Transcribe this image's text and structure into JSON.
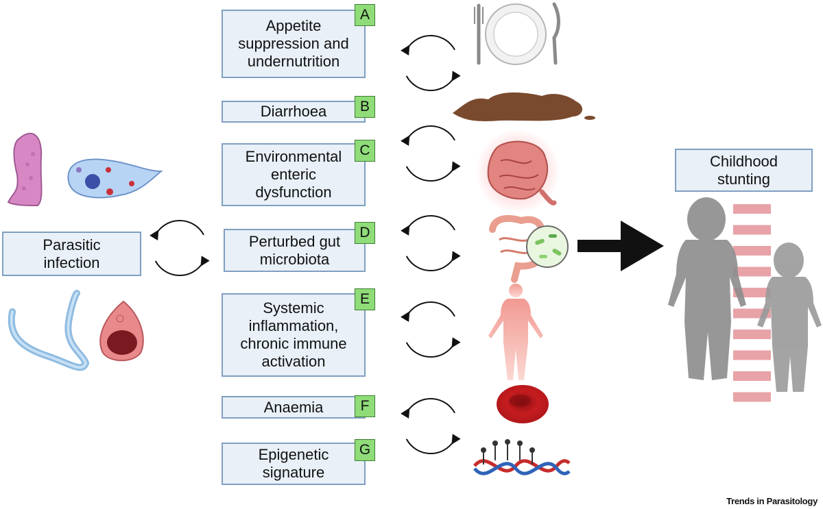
{
  "source_box": {
    "label": "Parasitic\ninfection"
  },
  "outcome_box": {
    "label": "Childhood\nstunting"
  },
  "mechanisms": [
    {
      "tag": "A",
      "label": "Appetite\nsuppression and\nundernutrition",
      "icon": "plate-cutlery-icon"
    },
    {
      "tag": "B",
      "label": "Diarrhoea",
      "icon": "diarrhoea-puddle-icon"
    },
    {
      "tag": "C",
      "label": "Environmental\nenteric\ndysfunction",
      "icon": "inflamed-intestine-icon"
    },
    {
      "tag": "D",
      "label": "Perturbed gut\nmicrobiota",
      "icon": "gut-microbiota-icon"
    },
    {
      "tag": "E",
      "label": "Systemic\ninflammation,\nchronic immune\nactivation",
      "icon": "inflamed-body-icon"
    },
    {
      "tag": "F",
      "label": "Anaemia",
      "icon": "red-blood-cell-icon"
    },
    {
      "tag": "G",
      "label": "Epigenetic\nsignature",
      "icon": "methylated-dna-icon"
    }
  ],
  "parasite_icons": [
    "trichomonad-icon",
    "giardia-icon",
    "roundworm-icon",
    "trophozoite-icon"
  ],
  "footer": {
    "credit": "Trends in Parasitology"
  },
  "colors": {
    "box_fill": "#e9f0f8",
    "box_border": "#7f9fc0",
    "tag_fill": "#8fdc79",
    "arrow": "#111111",
    "stunting_bars": "#e8a3a8"
  }
}
